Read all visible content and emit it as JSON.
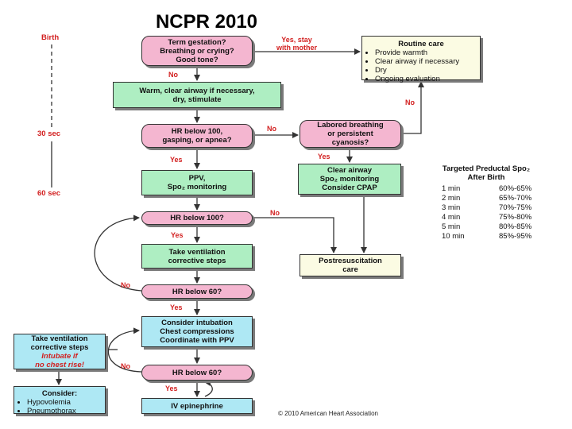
{
  "title": "NCPR 2010",
  "timeline": {
    "birth": "Birth",
    "t30": "30 sec",
    "t60": "60 sec"
  },
  "nodes": {
    "term_gestation": [
      "Term gestation?",
      "Breathing or crying?",
      "Good tone?"
    ],
    "warm_clear": [
      "Warm, clear airway if necessary,",
      "dry, stimulate"
    ],
    "hr_100_gasping": [
      "HR below 100,",
      "gasping, or apnea?"
    ],
    "ppv": [
      "PPV,",
      "Spo₂ monitoring"
    ],
    "hr_below_100": [
      "HR below 100?"
    ],
    "take_vent_1": [
      "Take ventilation",
      "corrective steps"
    ],
    "hr_below_60_a": [
      "HR below 60?"
    ],
    "consider_intubation": [
      "Consider intubation",
      "Chest compressions",
      "Coordinate with PPV"
    ],
    "hr_below_60_b": [
      "HR below 60?"
    ],
    "iv_epi": [
      "IV epinephrine"
    ],
    "routine_care": {
      "heading": "Routine care",
      "items": [
        "Provide warmth",
        "Clear airway if necessary",
        "Dry",
        "Ongoing evaluation"
      ]
    },
    "labored": [
      "Labored breathing",
      "or persistent",
      "cyanosis?"
    ],
    "clear_airway": [
      "Clear airway",
      "Spo₂ monitoring",
      "Consider CPAP"
    ],
    "postresus": [
      "Postresuscitation",
      "care"
    ],
    "take_vent_2": {
      "lines": [
        "Take ventilation",
        "corrective steps"
      ],
      "italic": [
        "Intubate if",
        "no chest rise!"
      ]
    },
    "consider": {
      "heading": "Consider:",
      "items": [
        "Hypovolemia",
        "Pneumothorax"
      ]
    }
  },
  "labels": {
    "yes_stay": [
      "Yes, stay",
      "with mother"
    ],
    "no_1": "No",
    "no_2": "No",
    "no_3": "No",
    "yes_1": "Yes",
    "yes_2": "Yes",
    "no_4": "No",
    "yes_3": "Yes",
    "no_5": "No",
    "yes_4": "Yes",
    "no_6": "No",
    "yes_5": "Yes"
  },
  "spo2_table": {
    "heading": [
      "Targeted Preductal Spo₂",
      "After Birth"
    ],
    "rows": [
      {
        "time": "1 min",
        "range": "60%-65%"
      },
      {
        "time": "2 min",
        "range": "65%-70%"
      },
      {
        "time": "3 min",
        "range": "70%-75%"
      },
      {
        "time": "4 min",
        "range": "75%-80%"
      },
      {
        "time": "5 min",
        "range": "80%-85%"
      },
      {
        "time": "10 min",
        "range": "85%-95%"
      }
    ]
  },
  "copyright": "© 2010 American Heart Association",
  "colors": {
    "decision": "#f4b6d0",
    "action": "#aeeec2",
    "routine": "#fbfbe3",
    "side_note": "#aee8f4",
    "label_red": "#d21f1f"
  }
}
